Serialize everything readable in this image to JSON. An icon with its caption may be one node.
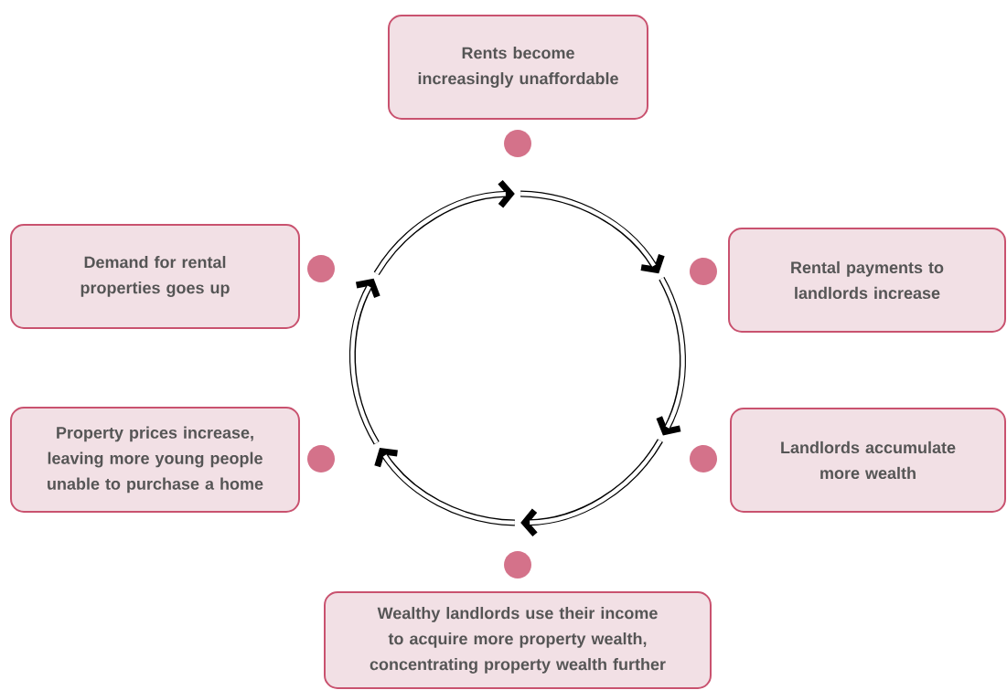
{
  "diagram": {
    "nodes": [
      {
        "text": [
          "Rents become increasingly unaffordable"
        ]
      },
      {
        "text": [
          "Rental payments to landlords increase"
        ]
      },
      {
        "text": [
          "Landlords accumulate more wealth"
        ]
      },
      {
        "text": [
          "Wealthy landlords use their income to acquire more property wealth, concentrating property wealth further"
        ]
      },
      {
        "text": [
          "Property prices increase, leaving more young people unable to purchase a home"
        ]
      },
      {
        "text": [
          "Demand for rental properties goes up"
        ]
      }
    ]
  }
}
